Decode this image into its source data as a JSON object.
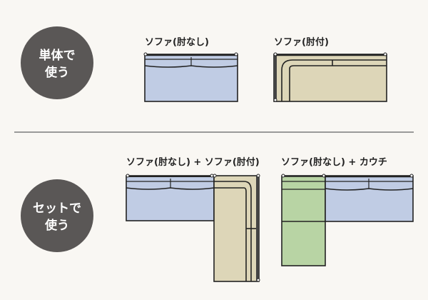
{
  "sections": [
    {
      "badge_lines": [
        "単体で",
        "使う"
      ],
      "items": [
        {
          "label": "ソファ(肘なし)"
        },
        {
          "label": "ソファ(肘付)"
        }
      ]
    },
    {
      "badge_lines": [
        "セットで",
        "使う"
      ],
      "items": [
        {
          "label": "ソファ(肘なし) + ソファ(肘付)"
        },
        {
          "label": "ソファ(肘なし) + カウチ"
        }
      ]
    }
  ],
  "colors": {
    "badge": "#5a5756",
    "armless_sofa": "#c0cce4",
    "arm_sofa": "#ddd6b8",
    "couch": "#b8d4a4",
    "divider": "#9a9a9a"
  }
}
